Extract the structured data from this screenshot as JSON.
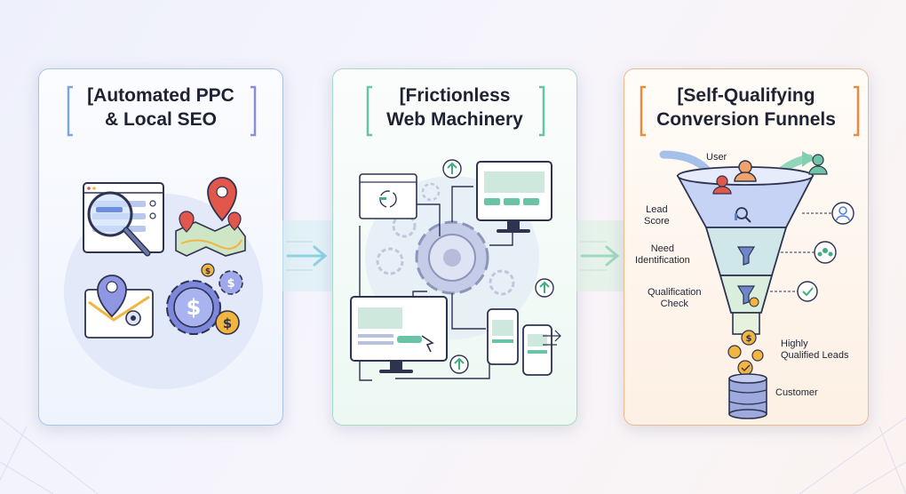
{
  "panels": [
    {
      "title_line1": "[Automated PPC",
      "title_line2": "& Local SEO"
    },
    {
      "title_line1": "[Frictionless",
      "title_line2": "Web Machinery"
    },
    {
      "title_line1": "[Self-Qualifying",
      "title_line2": "Conversion Funnels"
    }
  ],
  "funnel_labels": {
    "user": "User",
    "lead_score": "Lead\nScore",
    "need_identification": "Need\nIdentification",
    "qualification_check": "Qualification\nCheck",
    "highly_qualified_leads": "Highly\nQualified Leads",
    "customer": "Customer"
  },
  "colors": {
    "accent_blue": "#5b7fd6",
    "accent_green": "#3fae82",
    "accent_orange": "#e98a3e",
    "location_red": "#e2574c",
    "gold": "#f2b540"
  },
  "icons": [
    "magnifier-icon",
    "map-pin-icon",
    "gear-icon",
    "dollar-icon",
    "browser-window-icon",
    "monitor-icon",
    "mobile-phone-icon",
    "upload-arrow-icon",
    "funnel-icon",
    "user-icon",
    "checkmark-icon",
    "database-icon",
    "coin-icon"
  ]
}
